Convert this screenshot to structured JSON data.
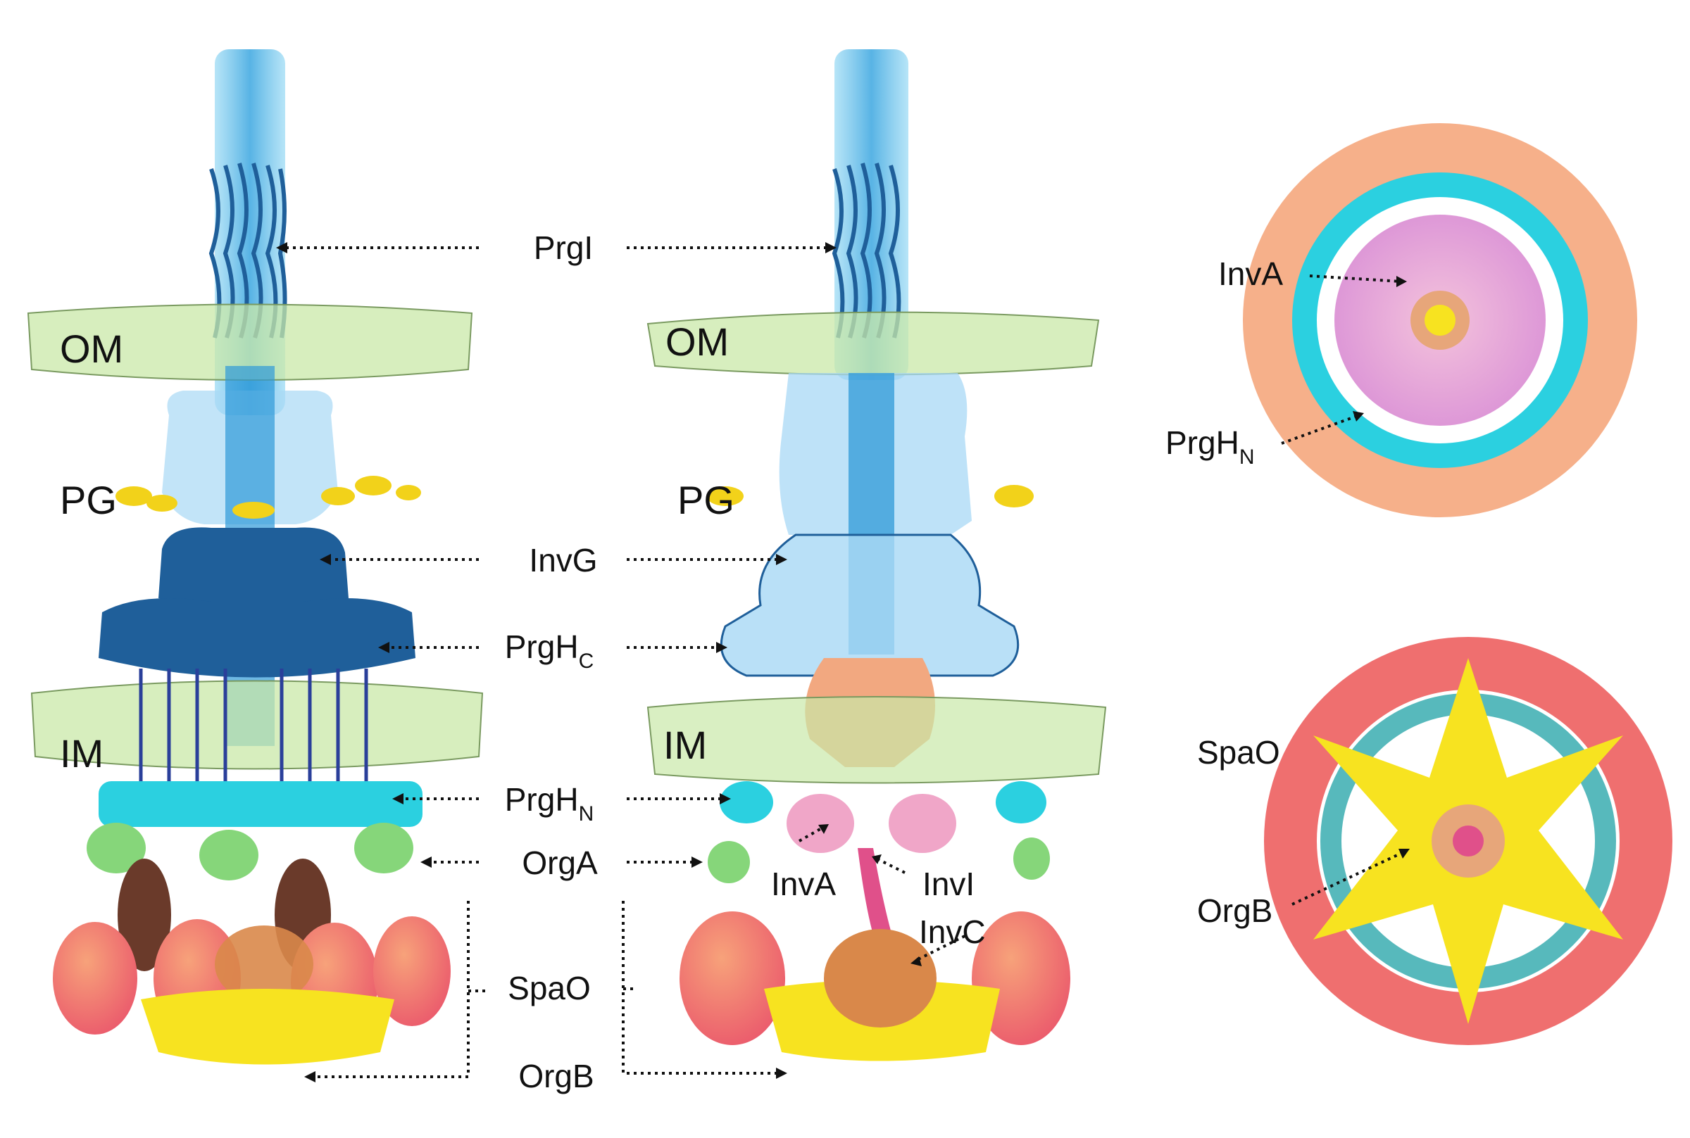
{
  "labels": {
    "prgi": "PrgI",
    "om": "OM",
    "pg": "PG",
    "invg": "InvG",
    "prgh": "PrgH",
    "sub_c": "C",
    "sub_n": "N",
    "im": "IM",
    "orga": "OrgA",
    "spao": "SpaO",
    "orgb": "OrgB",
    "inva": "InvA",
    "invi": "InvI",
    "invc": "InvC"
  },
  "colors": {
    "needle": "#7fd0f0",
    "needle_helix": "#1f5f9a",
    "membrane": "#c9e8a8",
    "peptidoglycan": "#f2d21a",
    "invg_prgh": "#1f5f9a",
    "prgh_n": "#2bd0e0",
    "orga": "#86d67a",
    "spao": "#ef6f6f",
    "orgb": "#f7e320",
    "inva": "#f0a6c8",
    "invc": "#d9884a",
    "invi": "#e0508a"
  }
}
